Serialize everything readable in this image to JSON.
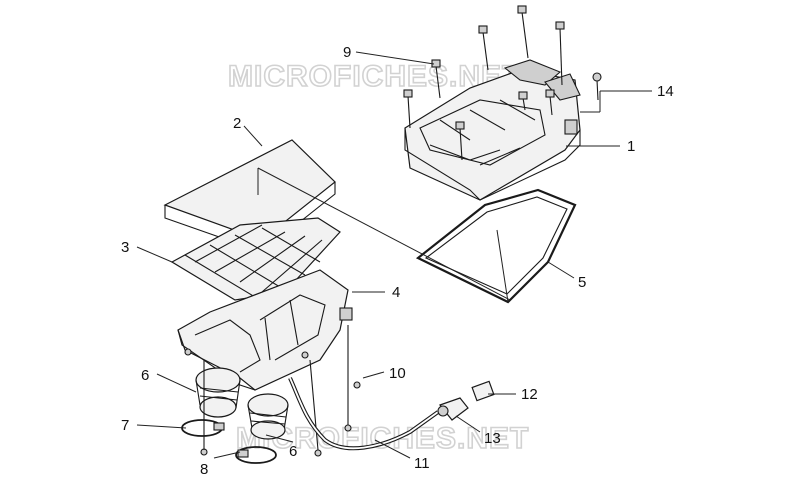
{
  "watermark": {
    "text": "MICROFICHES.NET"
  },
  "callouts": [
    {
      "id": "part-1",
      "label": "1"
    },
    {
      "id": "part-2",
      "label": "2"
    },
    {
      "id": "part-3",
      "label": "3"
    },
    {
      "id": "part-4",
      "label": "4"
    },
    {
      "id": "part-5",
      "label": "5"
    },
    {
      "id": "part-6a",
      "label": "6"
    },
    {
      "id": "part-6b",
      "label": "6"
    },
    {
      "id": "part-7",
      "label": "7"
    },
    {
      "id": "part-8",
      "label": "8"
    },
    {
      "id": "part-9",
      "label": "9"
    },
    {
      "id": "part-10",
      "label": "10"
    },
    {
      "id": "part-11",
      "label": "11"
    },
    {
      "id": "part-12",
      "label": "12"
    },
    {
      "id": "part-13",
      "label": "13"
    },
    {
      "id": "part-14",
      "label": "14"
    }
  ]
}
